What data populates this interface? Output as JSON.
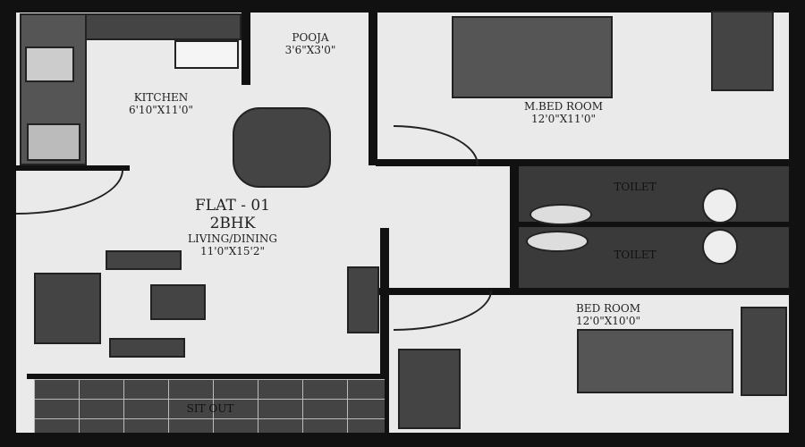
{
  "plan": {
    "flat": "FLAT - 01",
    "type": "2BHK",
    "rooms": {
      "pooja": {
        "name": "POOJA",
        "size": "3'6\"X3'0\""
      },
      "kitchen": {
        "name": "KITCHEN",
        "size": "6'10\"X11'0\""
      },
      "master_bedroom": {
        "name": "M.BED ROOM",
        "size": "12'0\"X11'0\""
      },
      "living": {
        "name": "LIVING/DINING",
        "size": "11'0\"X15'2\""
      },
      "toilet1": {
        "name": "TOILET"
      },
      "toilet2": {
        "name": "TOILET"
      },
      "bedroom": {
        "name": "BED ROOM",
        "size": "12'0\"X10'0\""
      },
      "sitout": {
        "name": "SIT OUT"
      }
    }
  }
}
